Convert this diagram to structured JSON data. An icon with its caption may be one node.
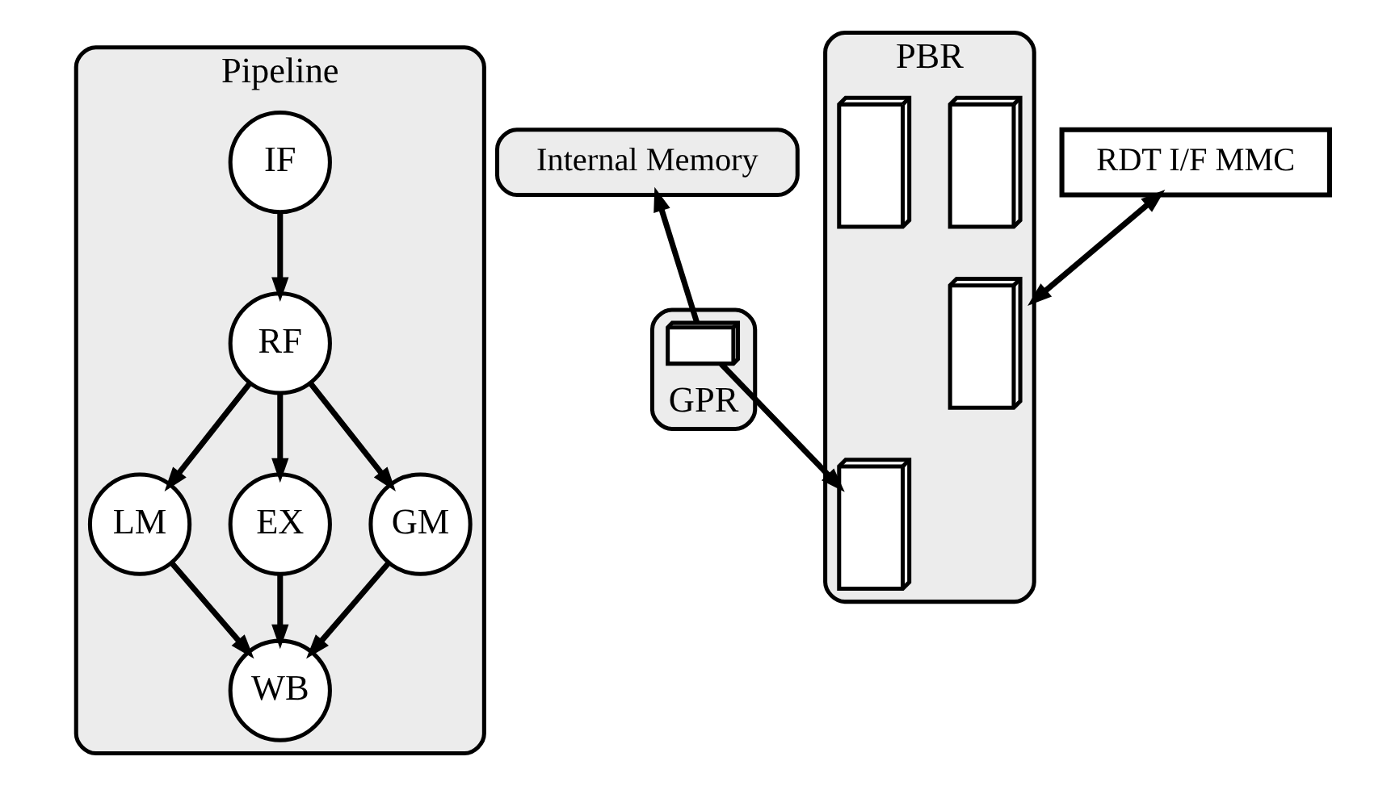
{
  "diagram": {
    "nodes": [
      {
        "text": [
          "Pipeline"
        ]
      },
      {
        "text": [
          "IF"
        ],
        "in": 0
      },
      {
        "text": [
          "RF"
        ],
        "in": 0
      },
      {
        "text": [
          "LM"
        ],
        "in": 0
      },
      {
        "text": [
          "EX"
        ],
        "in": 0
      },
      {
        "text": [
          "GM"
        ],
        "in": 0
      },
      {
        "text": [
          "WB"
        ],
        "in": 0
      },
      {
        "text": [
          "Internal Memory"
        ]
      },
      {
        "text": [
          "GPR"
        ]
      },
      {
        "text": [],
        "shape": "box",
        "in": 8
      },
      {
        "text": [
          "RDT I/F MMC"
        ]
      },
      {
        "text": [
          "PBR"
        ]
      },
      {
        "text": [],
        "shape": "box",
        "in": 11
      },
      {
        "text": [],
        "shape": "box",
        "in": 11
      },
      {
        "text": [],
        "shape": "box",
        "in": 11
      },
      {
        "text": [],
        "shape": "box",
        "in": 11
      }
    ],
    "edges": [
      {
        "from": 1,
        "to": 2,
        "arrow": "to"
      },
      {
        "from": 2,
        "to": 3,
        "arrow": "to"
      },
      {
        "from": 2,
        "to": 4,
        "arrow": "to"
      },
      {
        "from": 2,
        "to": 5,
        "arrow": "to"
      },
      {
        "from": 3,
        "to": 6,
        "arrow": "to"
      },
      {
        "from": 4,
        "to": 6,
        "arrow": "to"
      },
      {
        "from": 5,
        "to": 6,
        "arrow": "to"
      },
      {
        "from": 9,
        "to": 7,
        "arrow": "to"
      },
      {
        "from": 9,
        "to": 12,
        "arrow": "to"
      },
      {
        "from": 10,
        "to": 11,
        "arrow": "both"
      }
    ]
  }
}
